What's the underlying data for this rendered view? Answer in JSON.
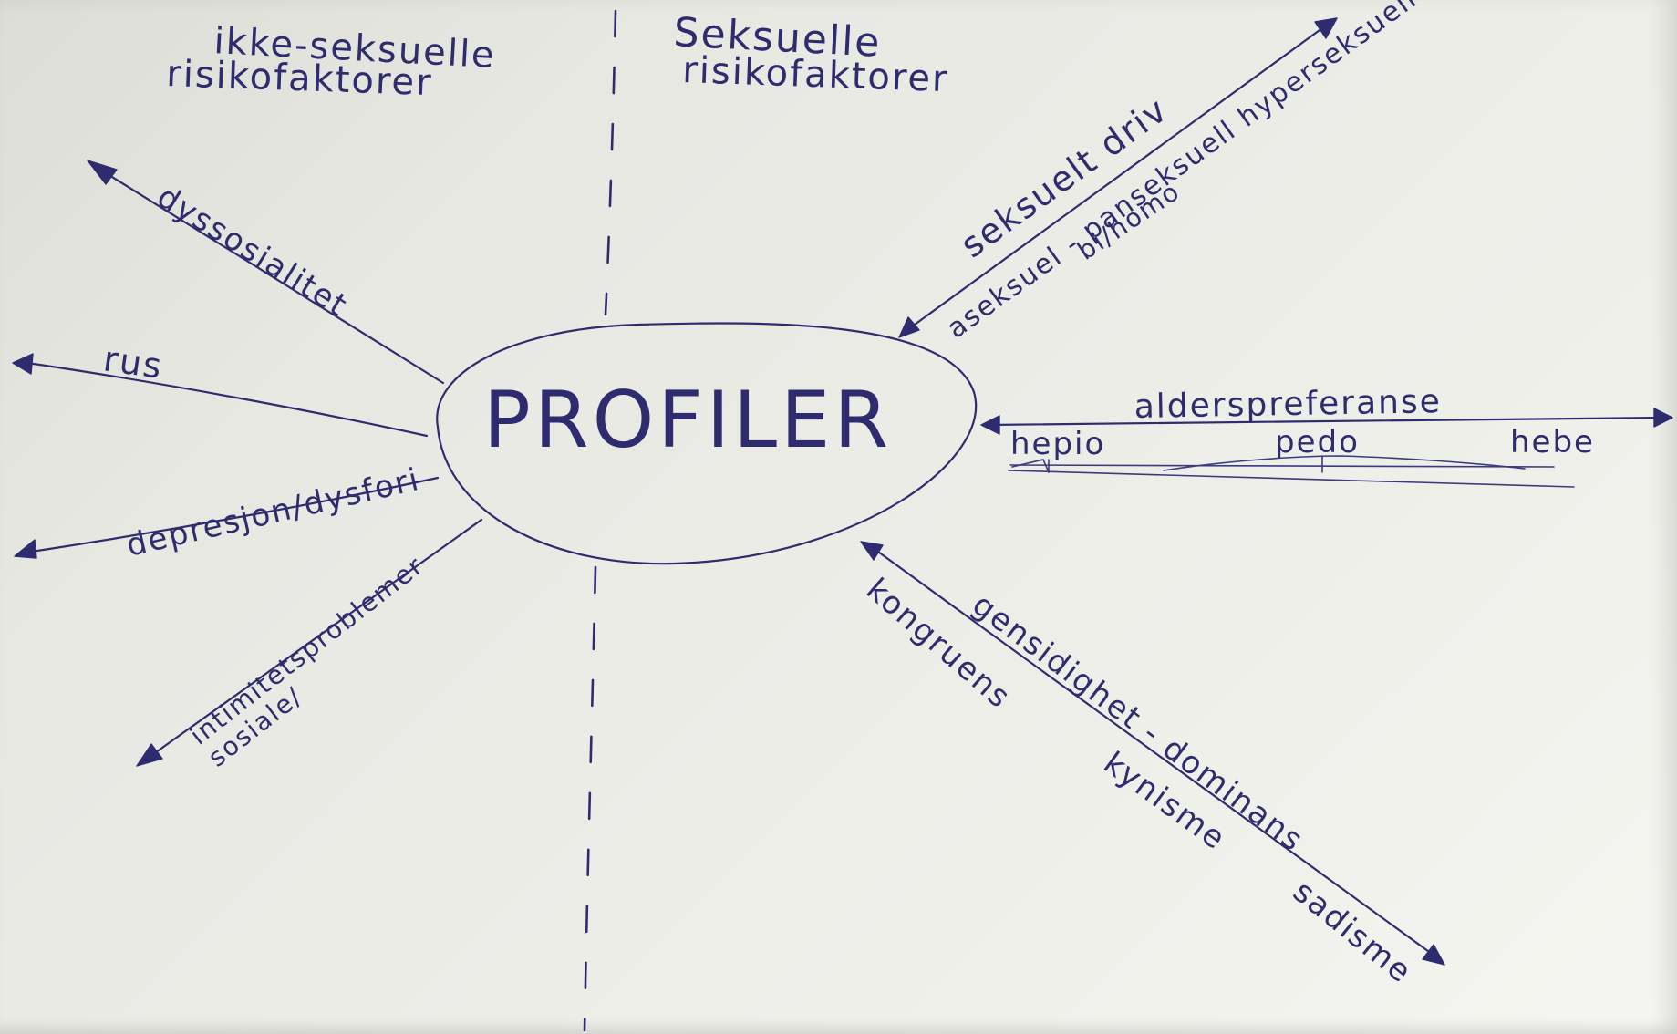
{
  "diagram": {
    "center_label": "PROFILER",
    "section_left": {
      "line1": "ikke-seksuelle",
      "line2": "risikofaktorer"
    },
    "section_right": {
      "line1": "Seksuelle",
      "line2": "risikofaktorer"
    },
    "left_branches": {
      "dyssosialitet": "dyssosialitet",
      "rus": "rus",
      "depresjon": "depresjon/dysfori",
      "intimitet_line1": "intimitetsproblemer",
      "intimitet_line2": "sosiale/"
    },
    "right_branches": {
      "seksuelt_driv": "seksuelt driv",
      "orientation_line1": "aseksuel - panseksuell hyperseksuell",
      "orientation_line2": "bi/homo",
      "aldersprefereanse": "alderspreferanse",
      "hepio": "hepio",
      "pedo": "pedo",
      "hebe": "hebe",
      "gensidighet": "gensidighet - dominans",
      "kongruens": "kongruens",
      "kynisme": "kynisme",
      "sadisme": "sadisme"
    }
  }
}
